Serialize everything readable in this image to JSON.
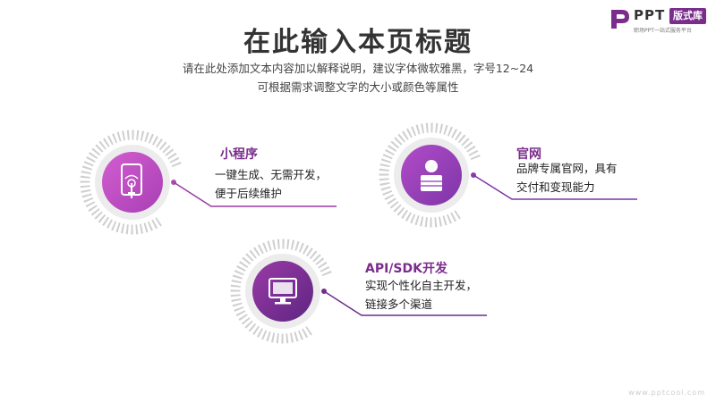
{
  "header": {
    "title": "在此输入本页标题",
    "subtitle_line1": "请在此处添加文本内容加以解释说明，建议字体微软雅黑，字号12~24",
    "subtitle_line2": "可根据需求调整文字的大小或颜色等属性"
  },
  "logo": {
    "word": "PPT",
    "badge": "版式库",
    "tagline": "职场PPT一站式服务平台"
  },
  "items": [
    {
      "title": "小程序",
      "desc_line1": "一键生成、无需开发，",
      "desc_line2": "便于后续维护",
      "icon": "phone-touch-icon"
    },
    {
      "title": "官网",
      "desc_line1": "品牌专属官网，具有",
      "desc_line2": "交付和变现能力",
      "icon": "person-icon"
    },
    {
      "title": "API/SDK开发",
      "desc_line1": "实现个性化自主开发，",
      "desc_line2": "链接多个渠道",
      "icon": "monitor-icon"
    }
  ],
  "watermark": "www.pptcool.com",
  "colors": {
    "accent": "#7a2d8c",
    "circle_light": "#c54fc4",
    "circle_dark": "#6d2b8a",
    "ring": "#c9c9c9"
  }
}
